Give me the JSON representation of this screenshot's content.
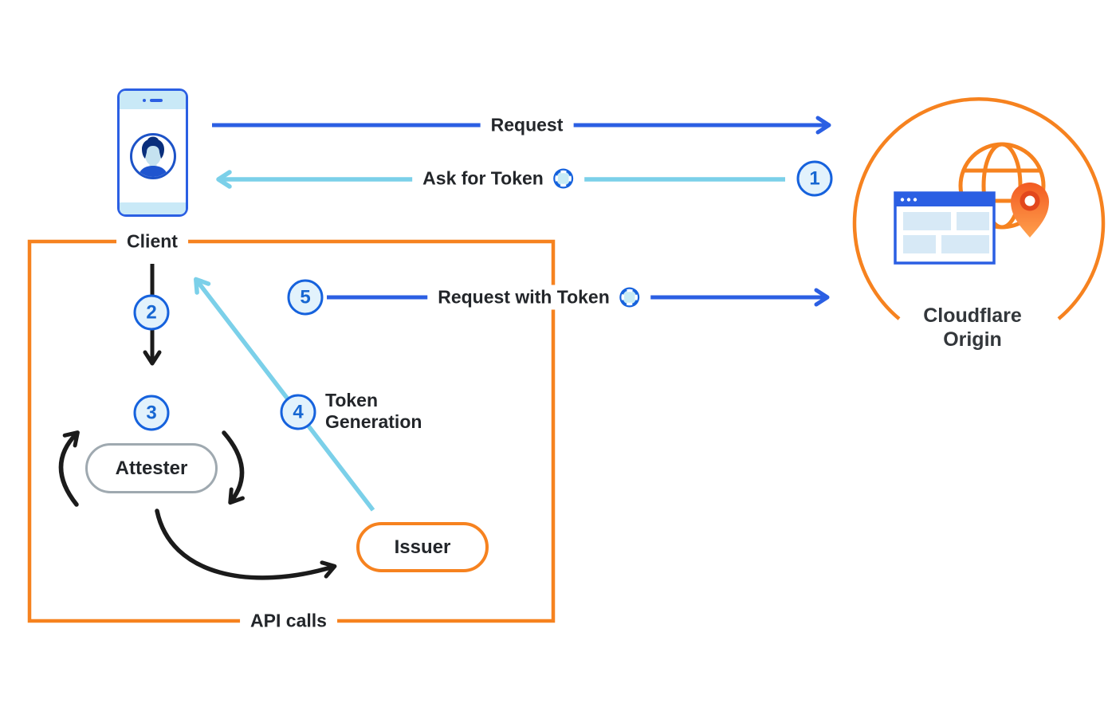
{
  "diagram": {
    "nodes": {
      "client": "Client",
      "attester": "Attester",
      "issuer": "Issuer",
      "origin_line1": "Cloudflare",
      "origin_line2": "Origin"
    },
    "boundary_label": "API calls",
    "arrows": {
      "request": "Request",
      "ask_for_token": "Ask for Token",
      "request_with_token": "Request with Token",
      "token_generation_line1": "Token",
      "token_generation_line2": "Generation"
    },
    "steps": [
      "1",
      "2",
      "3",
      "4",
      "5"
    ],
    "colors": {
      "orange": "#F6821F",
      "arrow_blue": "#2B5FE3",
      "arrow_light_blue": "#7BD0E9",
      "step_border_blue": "#1662DD",
      "step_fill": "#E2F2FC",
      "attester_gray": "#9FA9B0",
      "arrow_black": "#1B1B1B",
      "phone_light_blue": "#C9E9F7",
      "text_dark": "#23262A"
    },
    "icons": {
      "client": "smartphone-with-user-avatar",
      "token": "token-badge",
      "origin": "globe-browser-location-pin"
    }
  }
}
